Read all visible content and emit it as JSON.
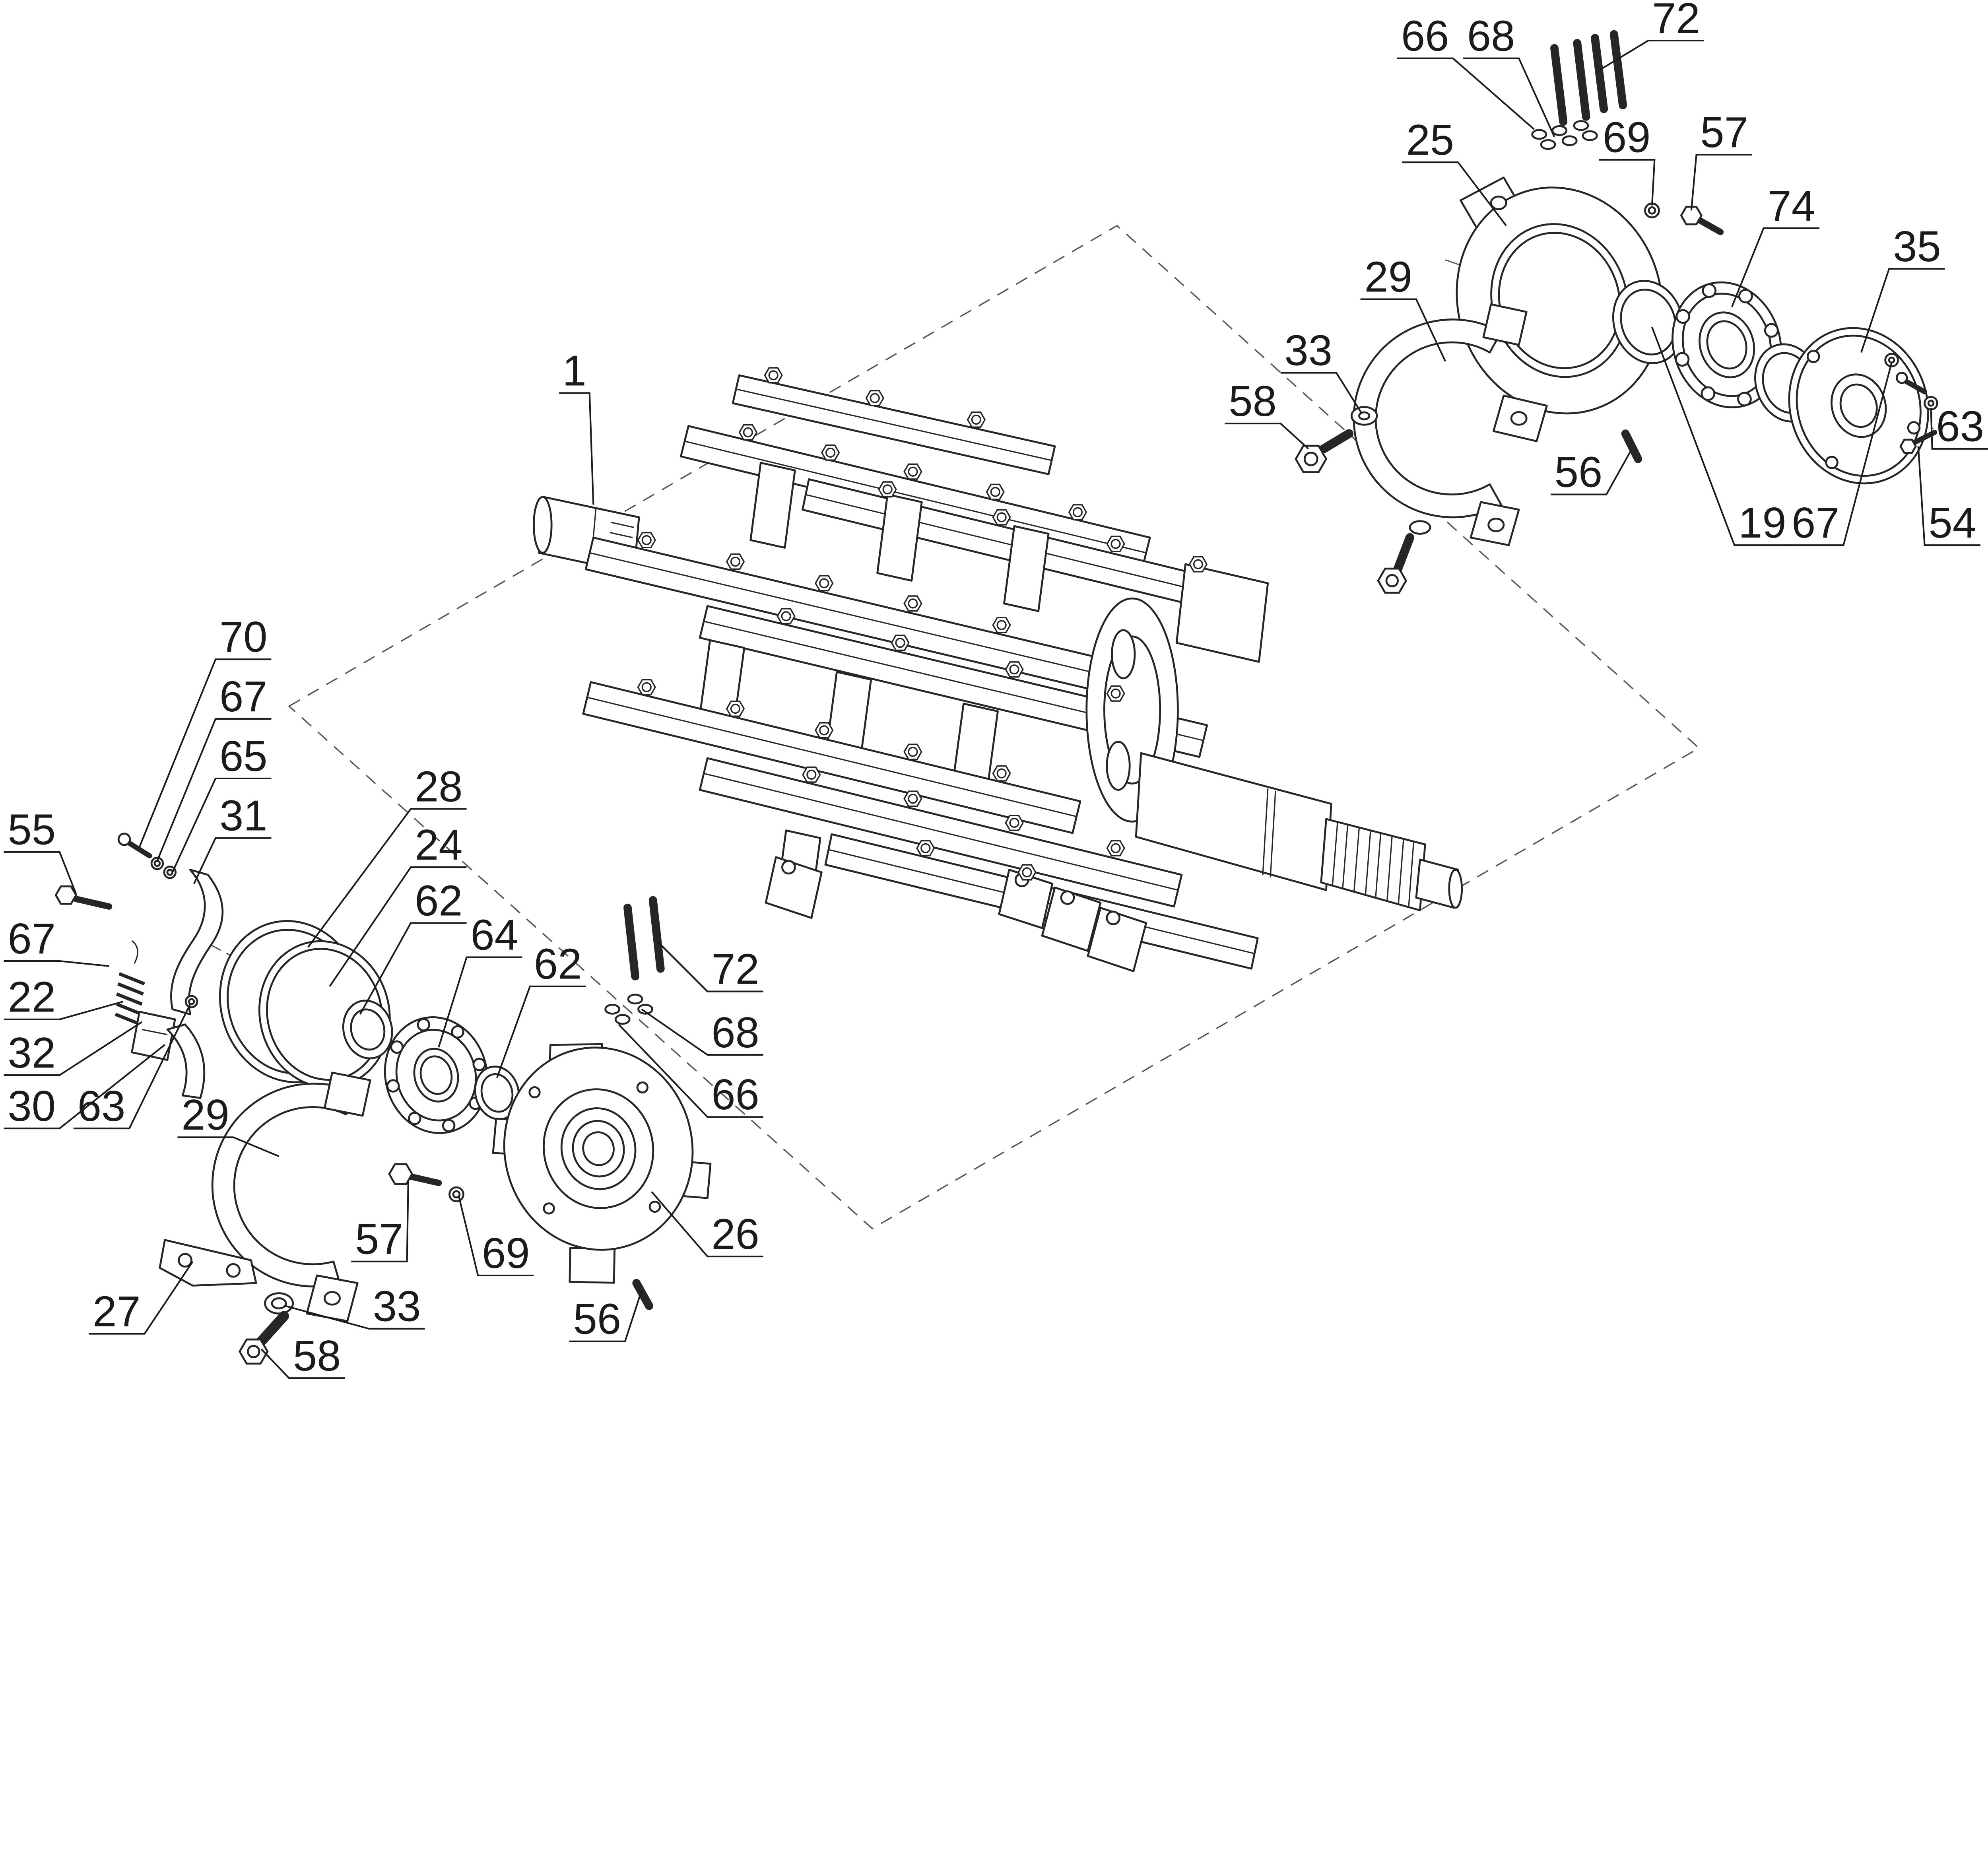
{
  "figure": {
    "kind": "exploded-parts-diagram",
    "background": "#ffffff",
    "line_color": "#262626"
  },
  "callouts": [
    {
      "id": "66-top",
      "label": "66"
    },
    {
      "id": "68-top",
      "label": "68"
    },
    {
      "id": "72-top",
      "label": "72"
    },
    {
      "id": "25",
      "label": "25"
    },
    {
      "id": "69-top",
      "label": "69"
    },
    {
      "id": "57-top",
      "label": "57"
    },
    {
      "id": "74",
      "label": "74"
    },
    {
      "id": "35",
      "label": "35"
    },
    {
      "id": "29-top",
      "label": "29"
    },
    {
      "id": "33-top",
      "label": "33"
    },
    {
      "id": "58-top",
      "label": "58"
    },
    {
      "id": "56-top",
      "label": "56"
    },
    {
      "id": "63-top",
      "label": "63"
    },
    {
      "id": "19",
      "label": "19"
    },
    {
      "id": "67-top",
      "label": "67"
    },
    {
      "id": "54",
      "label": "54"
    },
    {
      "id": "1",
      "label": "1"
    },
    {
      "id": "70",
      "label": "70"
    },
    {
      "id": "67-left-upper",
      "label": "67"
    },
    {
      "id": "65",
      "label": "65"
    },
    {
      "id": "31",
      "label": "31"
    },
    {
      "id": "55",
      "label": "55"
    },
    {
      "id": "28",
      "label": "28"
    },
    {
      "id": "24",
      "label": "24"
    },
    {
      "id": "62-left",
      "label": "62"
    },
    {
      "id": "64",
      "label": "64"
    },
    {
      "id": "62-right",
      "label": "62"
    },
    {
      "id": "67-left-lower",
      "label": "67"
    },
    {
      "id": "22",
      "label": "22"
    },
    {
      "id": "32",
      "label": "32"
    },
    {
      "id": "30",
      "label": "30"
    },
    {
      "id": "63-left",
      "label": "63"
    },
    {
      "id": "72-bottom",
      "label": "72"
    },
    {
      "id": "68-bottom",
      "label": "68"
    },
    {
      "id": "66-bottom",
      "label": "66"
    },
    {
      "id": "29-bottom",
      "label": "29"
    },
    {
      "id": "57-bottom",
      "label": "57"
    },
    {
      "id": "69-bottom",
      "label": "69"
    },
    {
      "id": "33-bottom",
      "label": "33"
    },
    {
      "id": "27",
      "label": "27"
    },
    {
      "id": "58-bottom",
      "label": "58"
    },
    {
      "id": "56-bottom",
      "label": "56"
    },
    {
      "id": "26",
      "label": "26"
    }
  ]
}
